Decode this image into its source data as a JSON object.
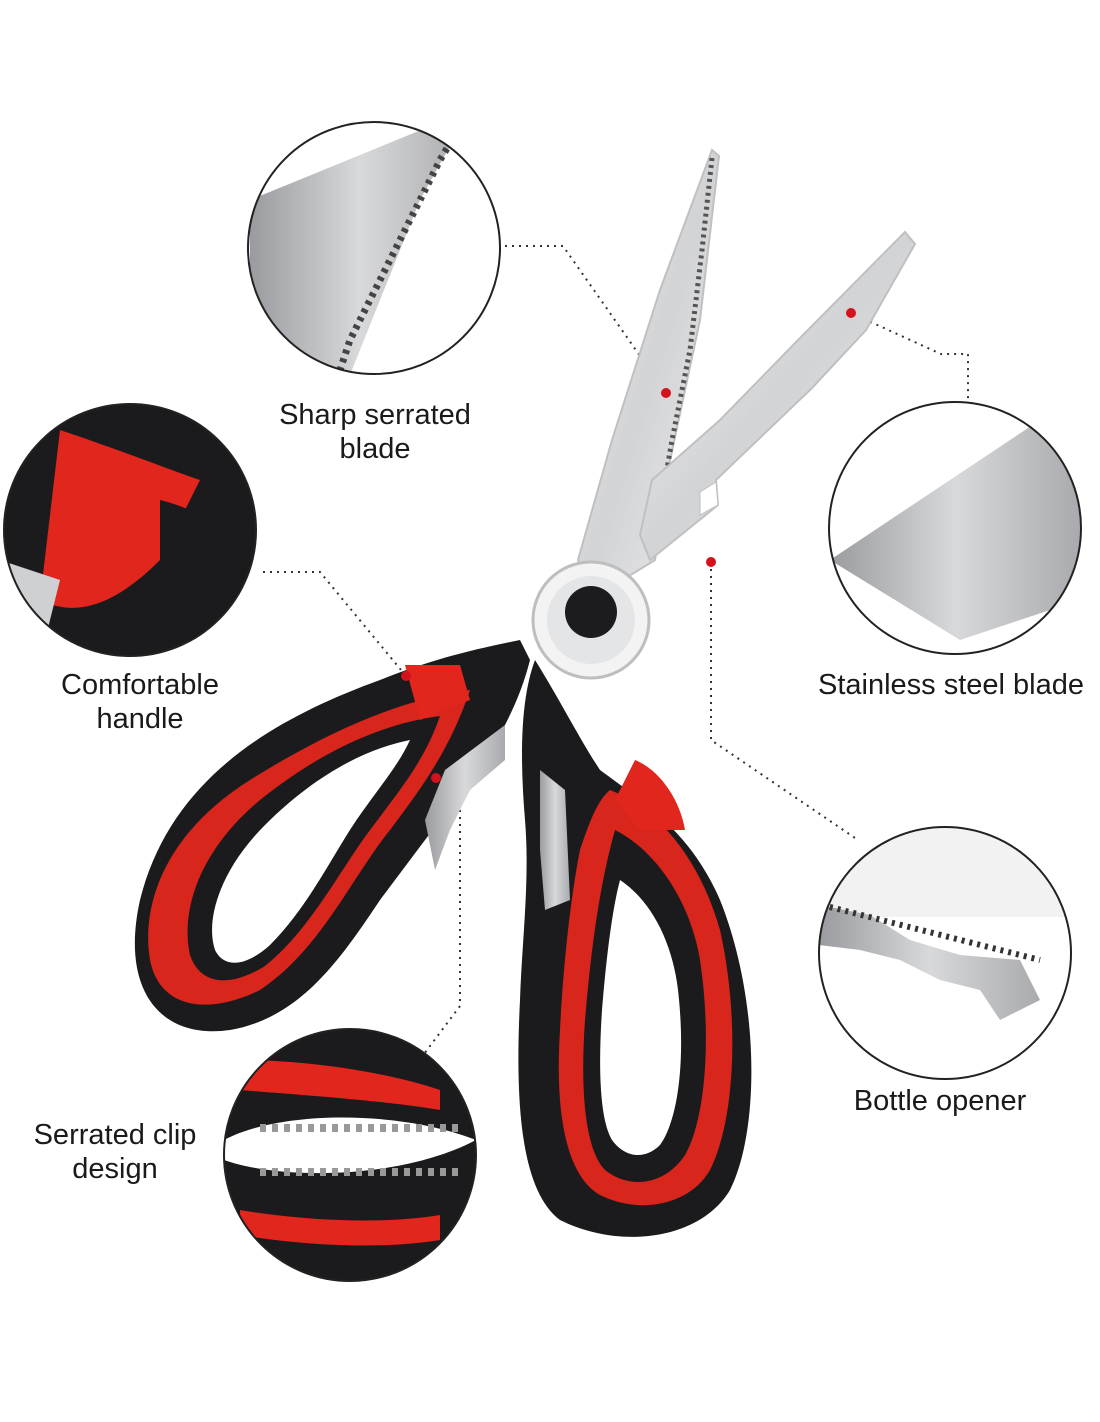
{
  "features": {
    "serrated_blade": {
      "line1": "Sharp serrated",
      "line2": "blade"
    },
    "stainless_blade": {
      "line1": "Stainless steel blade"
    },
    "handle": {
      "line1": "Comfortable",
      "line2": "handle"
    },
    "bottle_opener": {
      "line1": "Bottle opener"
    },
    "clip": {
      "line1": "Serrated clip",
      "line2": "design"
    }
  },
  "colors": {
    "handle_red": "#e0261d",
    "handle_black": "#1b1b1d",
    "steel": "#c9cacc",
    "marker_red": "#d3121c"
  }
}
